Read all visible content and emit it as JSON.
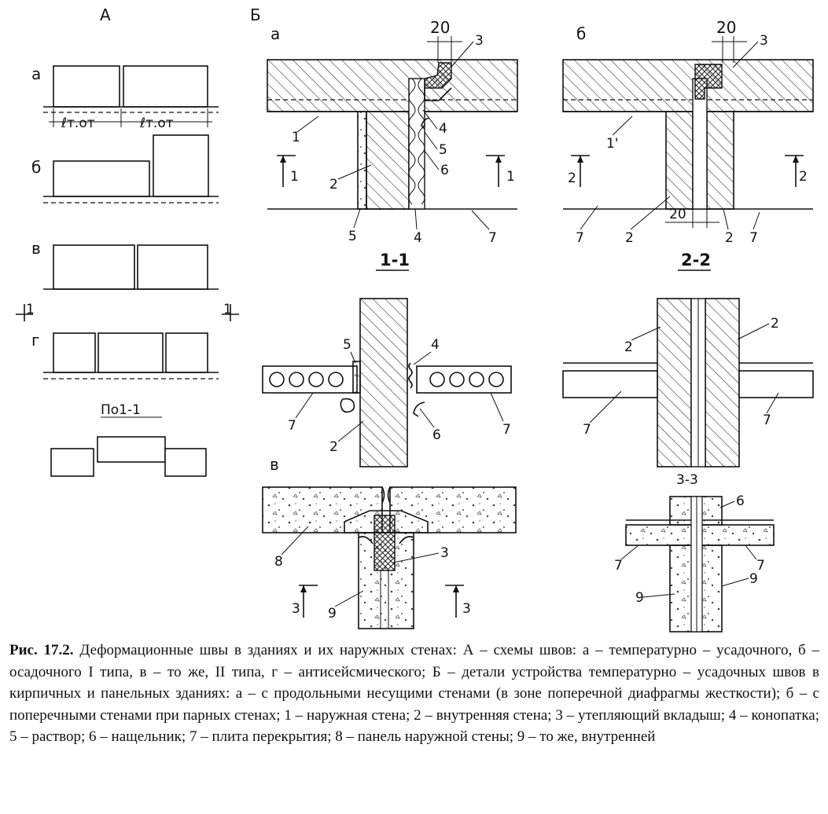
{
  "panel_A": {
    "title": "А",
    "rows": [
      "а",
      "б",
      "в",
      "г"
    ],
    "dimension_label": "ℓт.от",
    "cut_label": "1",
    "section_title": "По1-1"
  },
  "panel_B": {
    "title": "Б",
    "sub_a": "а",
    "sub_b": "б",
    "sub_v": "в",
    "dim_20": "20",
    "section_1": "1-1",
    "section_2": "2-2",
    "section_3": "3-3",
    "cut_1": "1",
    "cut_2": "2",
    "cut_3": "3",
    "n1": "1",
    "n1p": "1'",
    "n2": "2",
    "n3": "3",
    "n4": "4",
    "n5": "5",
    "n6": "6",
    "n7": "7",
    "n8": "8",
    "n9": "9"
  },
  "caption": {
    "label": "Рис. 17.2.",
    "text": "Деформационные швы в зданиях и их наружных стенах: А – схемы швов: а – температурно – усадочного, б – осадочного I типа, в – то же, II типа, г – антисейсмического; Б – детали устройства температурно – усадочных швов в кирпичных и панельных зданиях: а – с продольными несущими стенами (в зоне поперечной диафрагмы жесткости); б – с поперечными стенами при парных стенах; 1 – наружная стена; 2 – внутренняя стена; 3 – утепляющий вкладыш; 4 – конопатка; 5 – раствор; 6 – нащельник; 7 – плита перекрытия; 8 – панель наружной стены; 9 – то же, внутренней"
  }
}
